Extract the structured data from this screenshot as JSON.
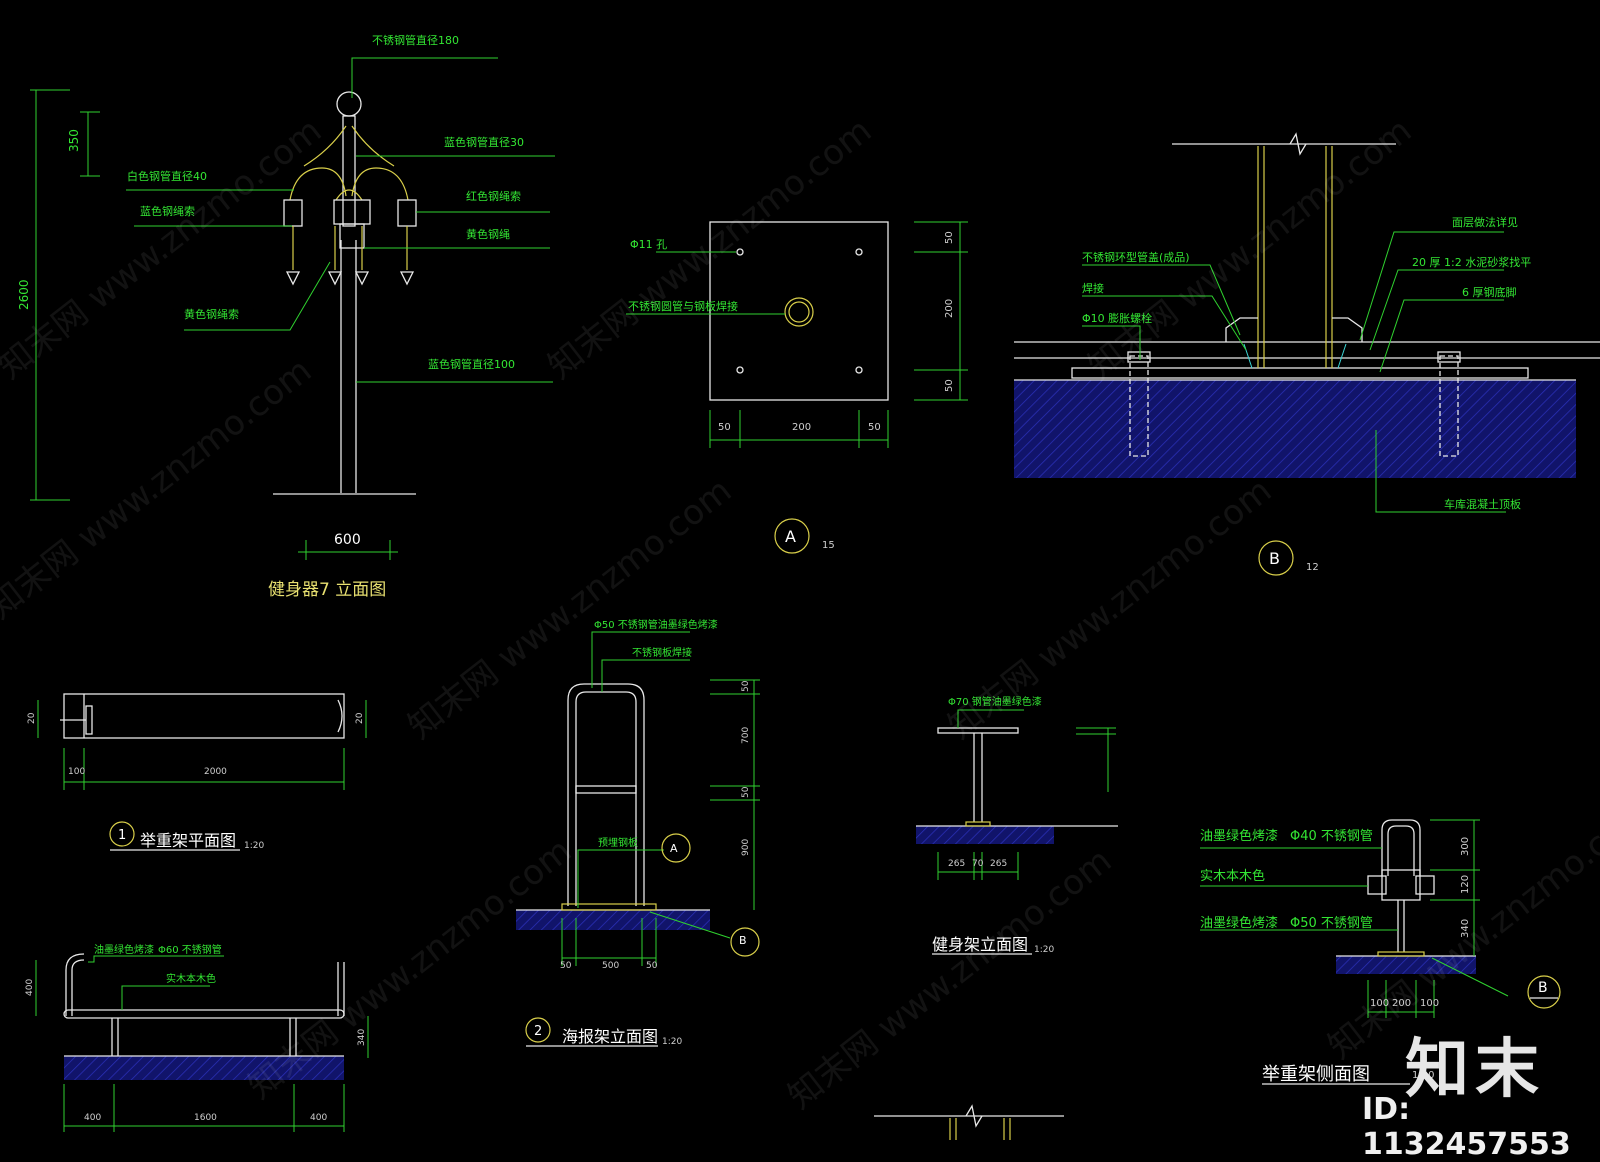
{
  "labels": {
    "top_pipe": "不锈钢管直径180",
    "dim_350": "350",
    "dim_2600": "2600",
    "white_pipe": "白色钢管直径40",
    "blue_chain": "蓝色钢绳索",
    "blue_pipe30": "蓝色钢管直径30",
    "red_chain": "红色钢绳索",
    "yellow_rope": "黄色钢绳",
    "yellow_chain": "黄色钢绳索",
    "blue_pipe100": "蓝色钢管直径100",
    "dim_600": "600",
    "title_7": "健身器7 立面图",
    "hole": "Φ11 孔",
    "pipe_weld": "不锈钢圆管与钢板焊接",
    "a_50a": "50",
    "a_200a": "200",
    "a_50b": "50",
    "a_50c": "50",
    "a_200b": "200",
    "a_50d": "50",
    "mark_a": "A",
    "scale_a": "15",
    "b_label1": "不锈钢环型管盖(成品)",
    "b_label2": "焊接",
    "b_label3": "Φ10 膨胀螺栓",
    "b_label4": "面层做法详见",
    "b_label5": "20 厚 1:2 水泥砂浆找平",
    "b_label6": "6 厚钢底脚",
    "b_label7": "车库混凝土顶板",
    "mark_b": "B",
    "scale_b": "12",
    "p1_dim1": "20",
    "p1_dim2": "20",
    "p1_dim3": "100",
    "p1_dim4": "2000",
    "p1_num": "1",
    "p1_title": "举重架平面图",
    "p1_scale": "1:20",
    "e1_label1": "油墨绿色烤漆",
    "e1_label2": "Φ60 不锈钢管",
    "e1_label3": "实木本木色",
    "e1_dim1": "400",
    "e1_dim2": "340",
    "e1_dim3": "400",
    "e1_dim4": "1600",
    "e1_dim5": "400",
    "h_label1": "Φ50 不锈钢管油墨绿色烤漆",
    "h_label2": "不锈钢板焊接",
    "h_label3": "预埋钢板",
    "h_mark_a": "A",
    "h_mark_b": "B",
    "h_dim_a": "50",
    "h_dim_b": "700",
    "h_dim_c": "50",
    "h_dim_d": "900",
    "h_dim_e": "50",
    "h_dim_f": "500",
    "h_dim_g": "50",
    "h_num": "2",
    "h_title": "海报架立面图",
    "h_scale": "1:20",
    "j_label": "Φ70 钢管油墨绿色漆",
    "j_dim1": "265",
    "j_dim2": "70",
    "j_dim3": "265",
    "j_title": "健身架立面图",
    "j_scale": "1:20",
    "s_label1": "油墨绿色烤漆",
    "s_label1b": "Φ40 不锈钢管",
    "s_label2": "实木本木色",
    "s_label3": "油墨绿色烤漆",
    "s_label3b": "Φ50 不锈钢管",
    "s_dim1": "300",
    "s_dim2": "120",
    "s_dim3": "340",
    "s_dim4": "100",
    "s_dim5": "200",
    "s_dim6": "100",
    "s_mark_b": "B",
    "s_title": "举重架侧面图",
    "s_scale": "1:20",
    "watermark": "知末网 www.znzmo.com",
    "brand": "知末",
    "id": "ID: 1132457553"
  },
  "colors": {
    "background": "#000000",
    "line": "#2fd12f",
    "outline": "#e8e8e8",
    "accent": "#d9cf4a",
    "hatch": "#1a1f8c"
  }
}
